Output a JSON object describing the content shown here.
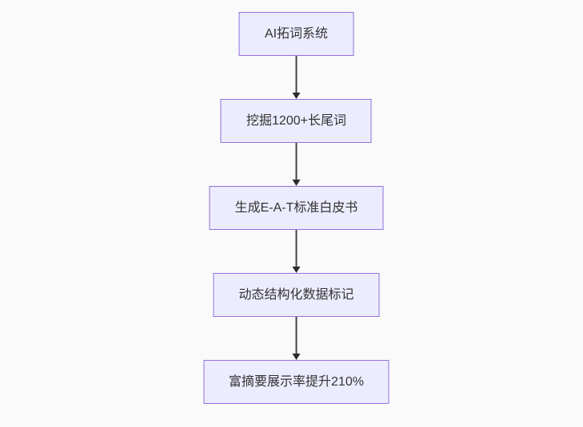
{
  "page": {
    "background_color": "#fafafa"
  },
  "flowchart": {
    "type": "vertical-flow-diagram",
    "direction": "top-down",
    "node_fill_color": "#ECECFF",
    "node_border_color": "#9370DB",
    "node_text_color": "#333333",
    "arrow_color": "#2b2b2b",
    "nodes": [
      {
        "id": "node-1",
        "label": "AI拓词系统"
      },
      {
        "id": "node-2",
        "label": "挖掘1200+长尾词"
      },
      {
        "id": "node-3",
        "label": "生成E-A-T标准白皮书"
      },
      {
        "id": "node-4",
        "label": "动态结构化数据标记"
      },
      {
        "id": "node-5",
        "label": "富摘要展示率提升210%"
      }
    ],
    "edges": [
      {
        "from": "node-1",
        "to": "node-2"
      },
      {
        "from": "node-2",
        "to": "node-3"
      },
      {
        "from": "node-3",
        "to": "node-4"
      },
      {
        "from": "node-4",
        "to": "node-5"
      }
    ]
  }
}
